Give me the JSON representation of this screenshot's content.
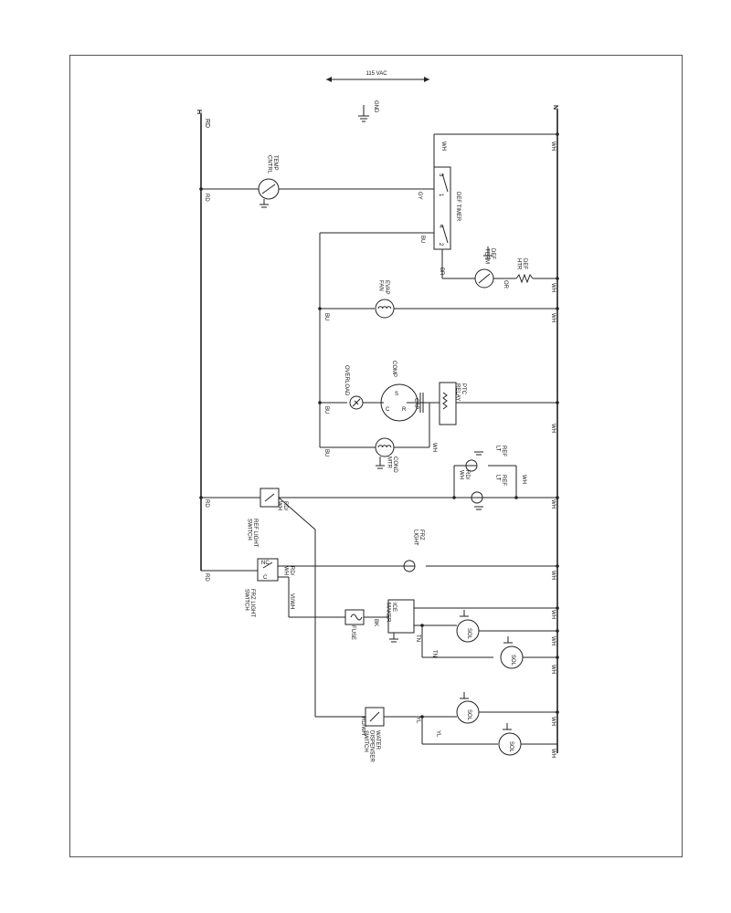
{
  "title": {
    "voltage": "115 VAC"
  },
  "power": {
    "hot": "H",
    "neutral": "N",
    "ground": "GND"
  },
  "wires": {
    "rd": "RD",
    "wh": "WH",
    "bu": "BU",
    "gy": "GY",
    "br": "BR",
    "or": "OR",
    "bk": "BK",
    "tn": "TN",
    "yl": "YL",
    "rd_wh": "RD/\nWH",
    "vi_wh": "VI/WH",
    "rd_wh_slash": "RD/WH"
  },
  "components": {
    "temp_control": "TEMP\nCNTRL",
    "def_timer": "DEF TIMER",
    "def_term": "DEF\nTERM",
    "def_htr": "DEF\nHTR",
    "evap_fan": "EVAP\nFAN",
    "overload": "OVERLOAD",
    "comp": "COMP",
    "ptc_relay": "PTC\nRELAY",
    "cap": "CAP",
    "cond_mtr": "COND\nMTR",
    "ref_lt": "REF\nLT",
    "ref_light_switch": "REF LIGHT\nSWITCH",
    "frz_light": "FRZ\nLIGHT",
    "frz_light_switch": "FRZ LIGHT\nSWITCH",
    "fuse": "FUSE",
    "ice_maker": "ICE\nMAKER",
    "sol": "SOL",
    "water_dispenser_switch": "WATER\nDISPENSER\nSWITCH"
  },
  "terminals": {
    "t1": "1",
    "t2": "2",
    "t3": "3",
    "t4": "4",
    "s": "S",
    "r": "R",
    "c": "C",
    "nc": "NC",
    "nc_c": "C"
  }
}
